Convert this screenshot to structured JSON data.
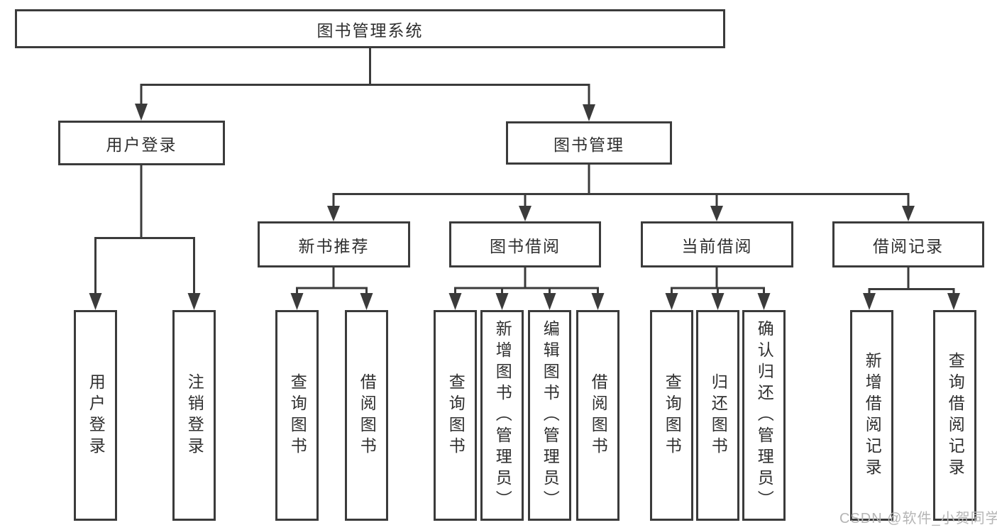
{
  "nodes": {
    "root": {
      "label": "图书管理系统"
    },
    "level2": [
      {
        "label": "用户登录"
      },
      {
        "label": "图书管理"
      }
    ],
    "level3": [
      {
        "label": "新书推荐"
      },
      {
        "label": "图书借阅"
      },
      {
        "label": "当前借阅"
      },
      {
        "label": "借阅记录"
      }
    ],
    "leaves": [
      {
        "label": "用户登录"
      },
      {
        "label": "注销登录"
      },
      {
        "label": "查询图书"
      },
      {
        "label": "借阅图书"
      },
      {
        "label": "查询图书"
      },
      {
        "label": "新增图书（管理员）"
      },
      {
        "label": "编辑图书（管理员）"
      },
      {
        "label": "借阅图书"
      },
      {
        "label": "查询图书"
      },
      {
        "label": "归还图书"
      },
      {
        "label": "确认归还（管理员）"
      },
      {
        "label": "新增借阅记录"
      },
      {
        "label": "查询借阅记录"
      }
    ]
  },
  "hierarchy": {
    "图书管理系统": {
      "用户登录": [
        "用户登录",
        "注销登录"
      ],
      "图书管理": {
        "新书推荐": [
          "查询图书",
          "借阅图书"
        ],
        "图书借阅": [
          "查询图书",
          "新增图书（管理员）",
          "编辑图书（管理员）",
          "借阅图书"
        ],
        "当前借阅": [
          "查询图书",
          "归还图书",
          "确认归还（管理员）"
        ],
        "借阅记录": [
          "新增借阅记录",
          "查询借阅记录"
        ]
      }
    }
  },
  "watermark": {
    "text": "CSDN @软件_小贺同学"
  },
  "colors": {
    "line": "#3b3b3b",
    "box_border": "#3b3b3b",
    "text": "#2f2f2f",
    "watermark": "#b5b5b5",
    "background": "#ffffff"
  }
}
